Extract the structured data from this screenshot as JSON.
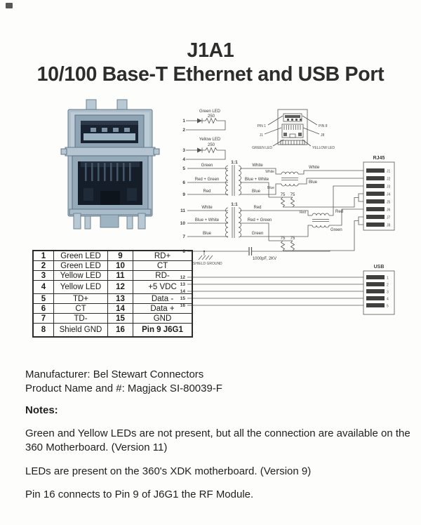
{
  "title": {
    "line1": "J1A1",
    "line2": "10/100 Base-T Ethernet and USB Port"
  },
  "pin_table": {
    "rows": [
      [
        "1",
        "Green LED",
        "9",
        "RD+"
      ],
      [
        "2",
        "Green LED",
        "10",
        "CT"
      ],
      [
        "3",
        "Yellow LED",
        "11",
        "RD-"
      ],
      [
        "4",
        "Yellow LED",
        "12",
        "+5 VDC"
      ],
      [
        "5",
        "TD+",
        "13",
        "Data -"
      ],
      [
        "6",
        "CT",
        "14",
        "Data +"
      ],
      [
        "7",
        "TD-",
        "15",
        "GND"
      ],
      [
        "8",
        "Shield GND",
        "16",
        "Pin 9  J6G1"
      ]
    ]
  },
  "schematic": {
    "led_green": {
      "label": "Green LED",
      "res": "250",
      "pin_a": "1",
      "pin_b": "2"
    },
    "led_yellow": {
      "label": "Yellow LED",
      "res": "250",
      "pin_a": "3",
      "pin_b": "4"
    },
    "inset": {
      "pin_left": "PIN 1",
      "pin_right": "PIN 8",
      "j_left": "J1",
      "j_right": "J8",
      "led_left": "GREEN LED",
      "led_right": "YELLOW LED"
    },
    "t1": {
      "ratio": "1:1",
      "pins": [
        "5",
        "6",
        "9"
      ],
      "pri": [
        "Green",
        "Red + Green",
        "Red"
      ],
      "sec": [
        "White",
        "Blue + White",
        "Blue"
      ],
      "choke_in": [
        "White",
        "Blue"
      ],
      "choke_out": [
        "White",
        "Blue"
      ],
      "r": [
        "75",
        "75"
      ]
    },
    "t2": {
      "ratio": "1:1",
      "pins": [
        "11",
        "10",
        "7"
      ],
      "pri": [
        "White",
        "Blue + White",
        "Blue"
      ],
      "sec": [
        "Red",
        "Red + Green",
        "Green"
      ],
      "choke_in": "Red",
      "choke_out": [
        "Red",
        "Green"
      ],
      "r": [
        "75",
        "75"
      ]
    },
    "shield": {
      "pin": "8",
      "cap": "1000pF, 2KV",
      "gnd": "SHIELD GROUND"
    },
    "rj45": {
      "title": "RJ45",
      "pins": [
        "J1",
        "J2",
        "J3",
        "J4",
        "J5",
        "J6",
        "J7",
        "J8"
      ]
    },
    "usb": {
      "title": "USB",
      "pcb_pins": [
        "12",
        "13",
        "14",
        "15",
        "16"
      ],
      "pins": [
        "1",
        "2",
        "3",
        "4",
        "5"
      ]
    }
  },
  "footer": {
    "manufacturer": "Manufacturer: Bel Stewart Connectors",
    "product": "Product Name and #: Magjack SI-80039-F",
    "notes_heading": "Notes:",
    "note1": "Green and Yellow LEDs are not present, but all the connection are available on the 360 Motherboard. (Version 11)",
    "note2": "LEDs are present on the 360's XDK motherboard. (Version 9)",
    "note3": "Pin 16 connects to Pin 9 of J6G1 the RF Module."
  }
}
